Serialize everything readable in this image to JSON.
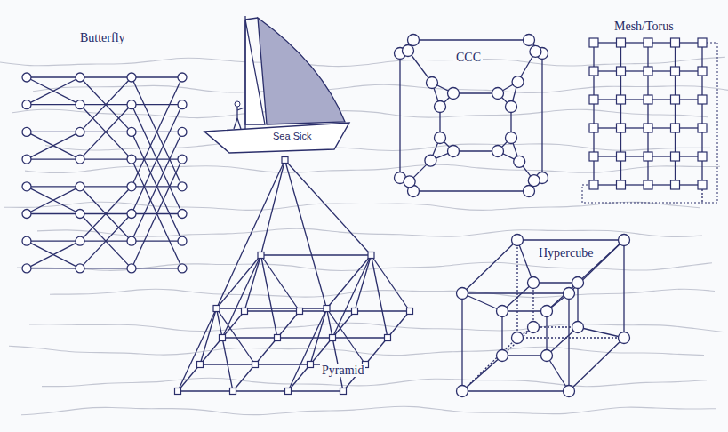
{
  "diagram": {
    "labels": [
      "Butterfly",
      "Sea Sick",
      "CCC",
      "Mesh/Torus",
      "Pyramid",
      "Hypercube"
    ]
  }
}
